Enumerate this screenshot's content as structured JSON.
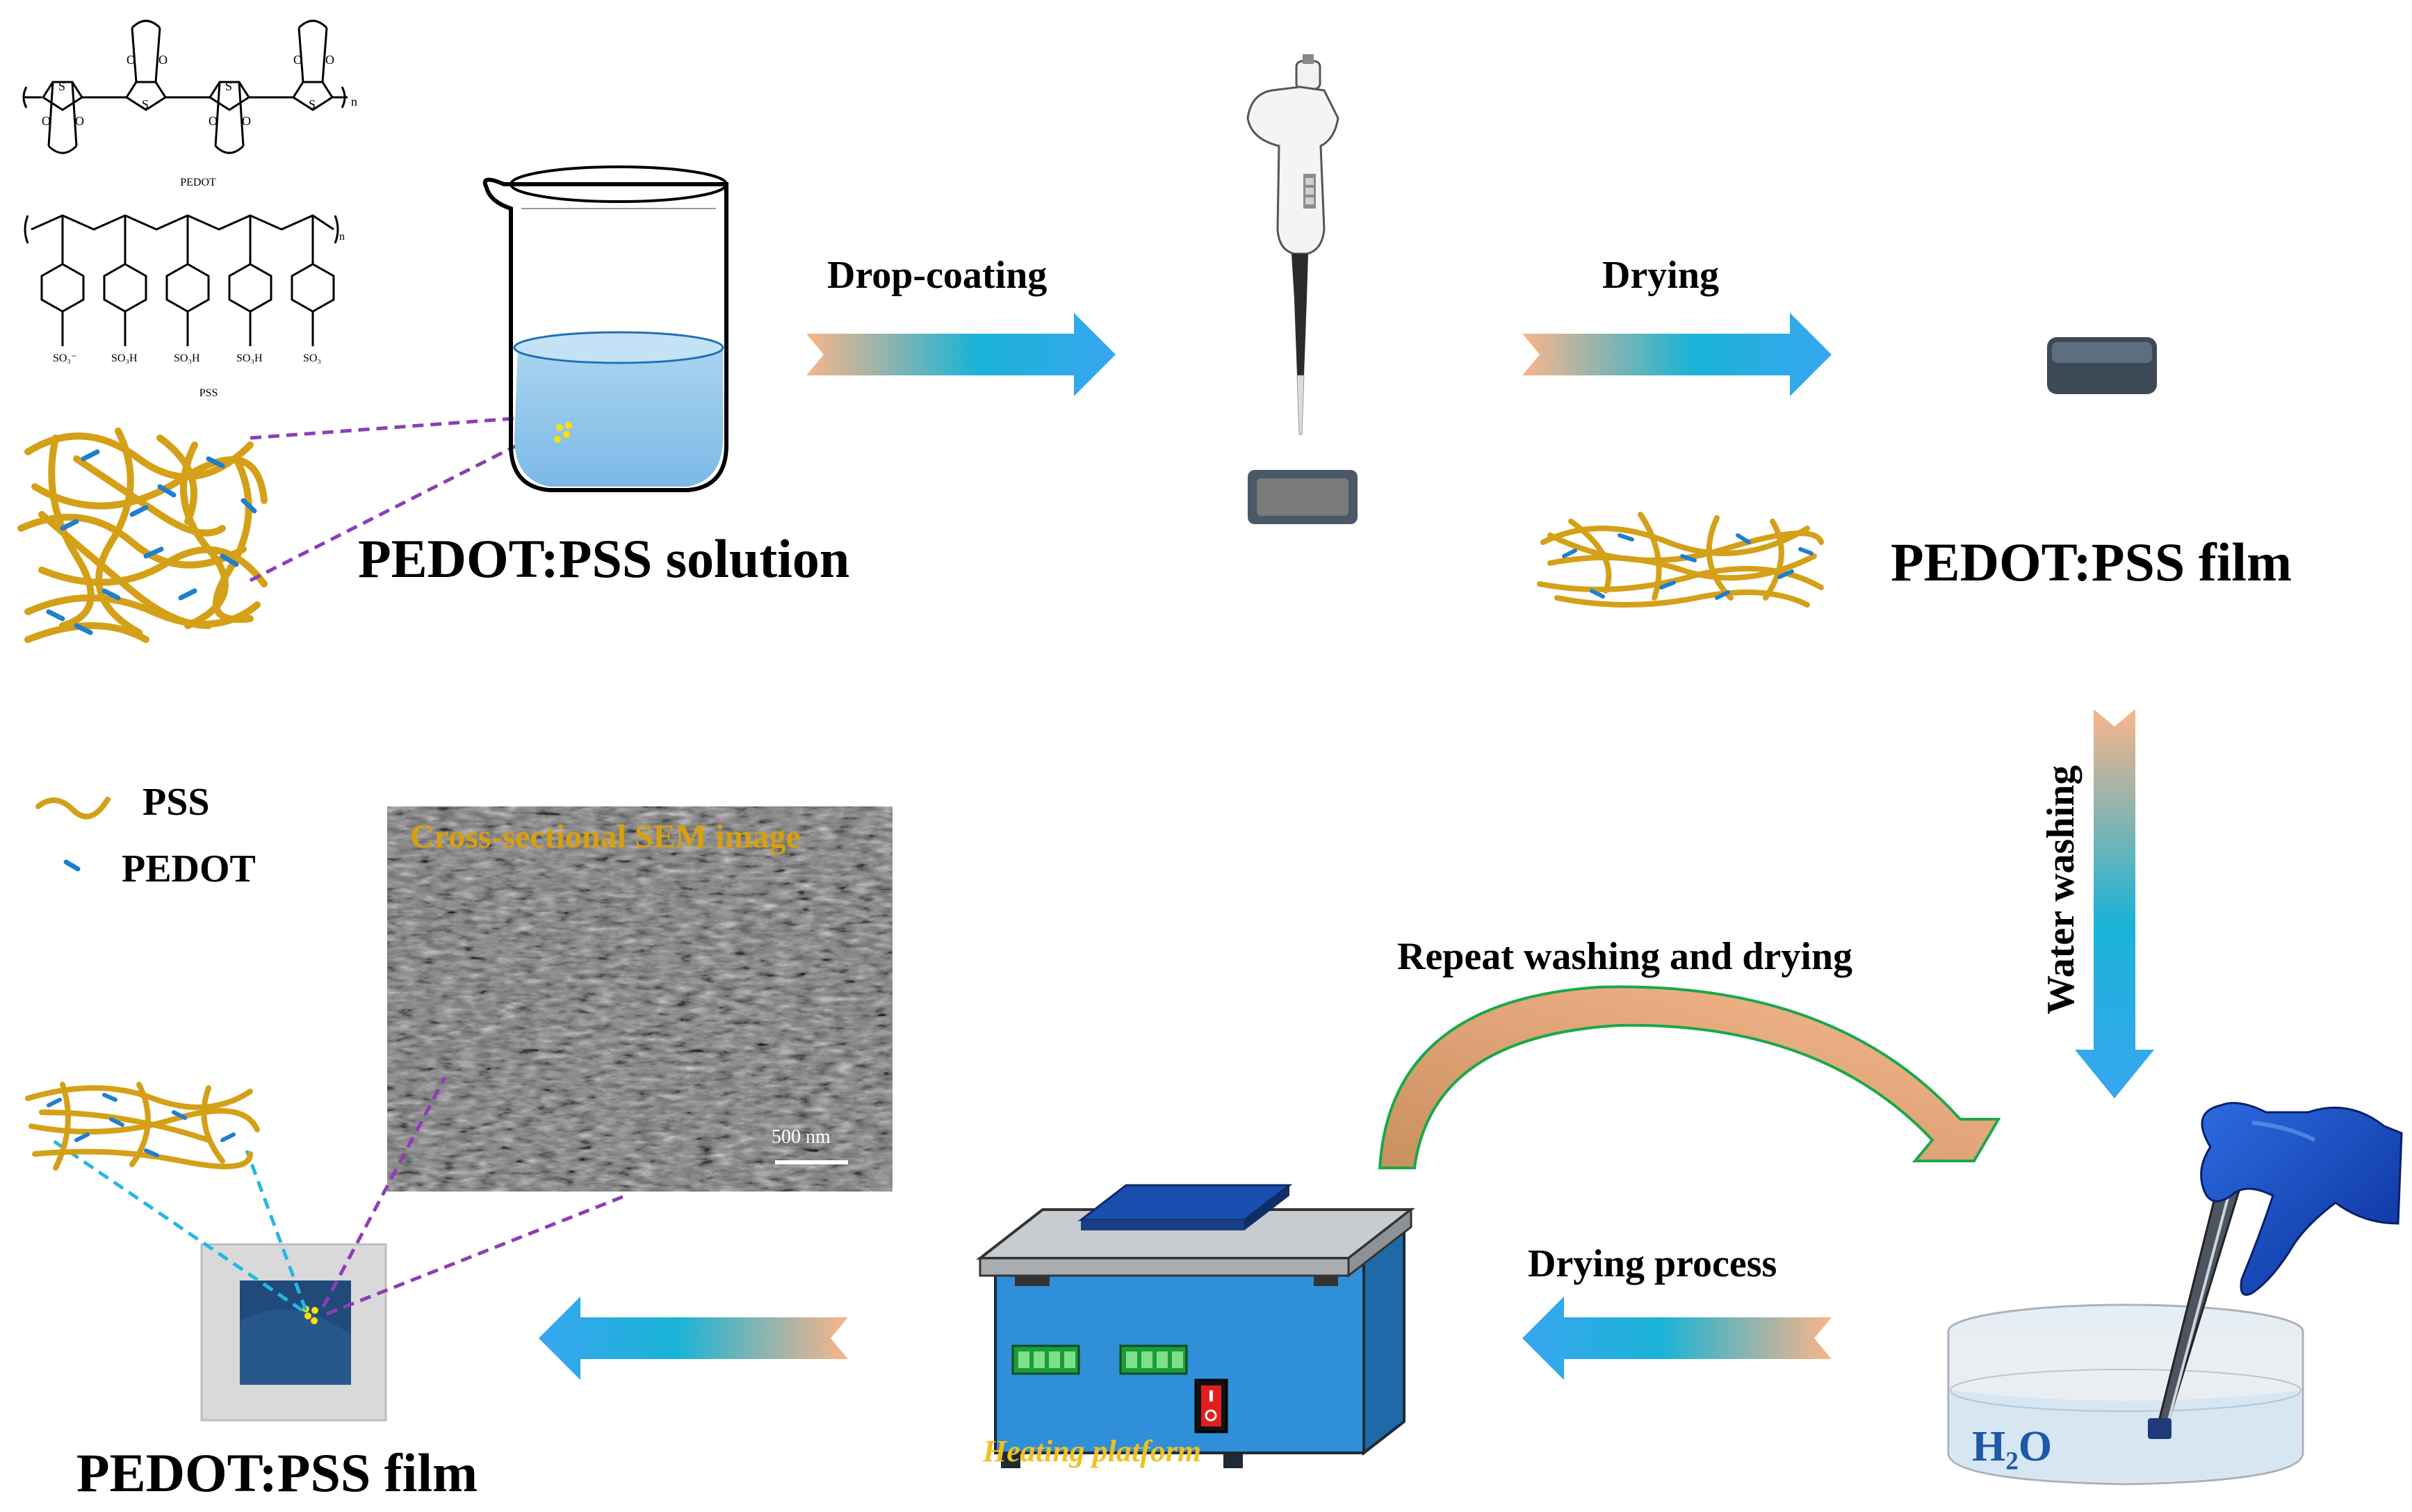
{
  "chem": {
    "pedot": "PEDOT",
    "pss": "PSS"
  },
  "labels": {
    "solution": "PEDOT:PSS solution",
    "film_top": "PEDOT:PSS film",
    "film_bottom": "PEDOT:PSS film",
    "drop_coating": "Drop-coating",
    "drying": "Drying",
    "water_washing": "Water washing",
    "repeat": "Repeat washing and drying",
    "drying_process": "Drying process",
    "heating_platform": "Heating platform",
    "h2o": "H₂O",
    "sem_title": "Cross-sectional SEM image",
    "scale_bar": "500 nm"
  },
  "legend": {
    "pss": "PSS",
    "pedot": "PEDOT"
  },
  "colors": {
    "pss_fiber": "#d4a017",
    "pedot_segment": "#1f7fcf",
    "arrow_start": "#f6b08c",
    "arrow_mid": "#1fb8d8",
    "arrow_end": "#3aa8ef",
    "platform_blue": "#2f8fd8",
    "repeat_arrow_outline": "#1aa84a"
  },
  "icons": [
    "beaker-icon",
    "pipette-icon",
    "petri-dish-icon",
    "gloved-hand-icon",
    "tweezers-icon",
    "heating-platform-icon"
  ]
}
